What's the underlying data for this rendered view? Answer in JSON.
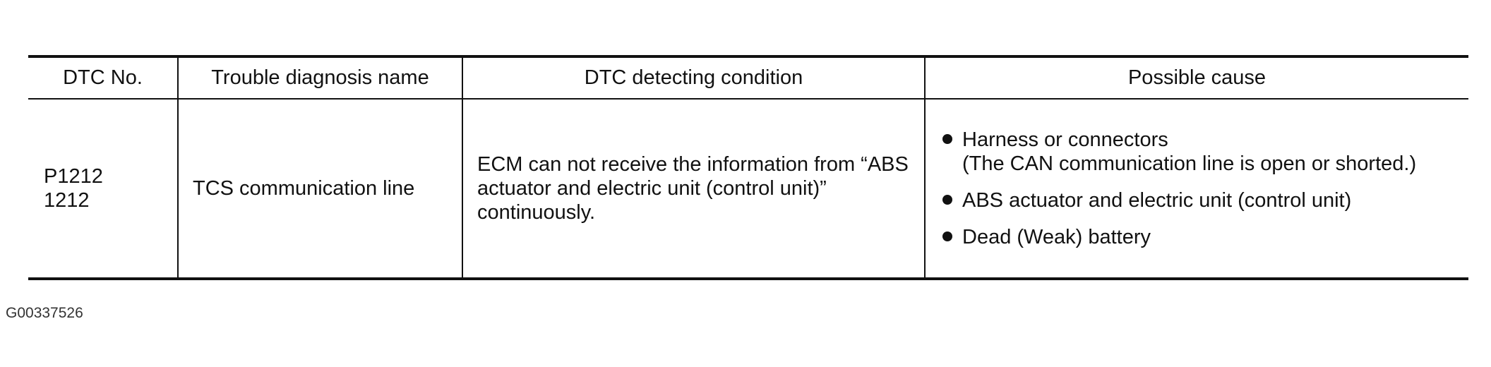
{
  "table": {
    "headers": {
      "dtc_no": "DTC No.",
      "diagnosis_name": "Trouble diagnosis name",
      "detecting_condition": "DTC detecting condition",
      "possible_cause": "Possible cause"
    },
    "row": {
      "dtc_codes": [
        "P1212",
        "1212"
      ],
      "diagnosis_name": "TCS communication line",
      "detecting_condition": "ECM can not receive the information from “ABS actuator and electric unit (control unit)” continuously.",
      "possible_causes": [
        {
          "text": "Harness or connectors",
          "detail": "(The CAN communication line is open or shorted.)"
        },
        {
          "text": "ABS actuator and electric unit (control unit)"
        },
        {
          "text": "Dead (Weak) battery"
        }
      ]
    }
  },
  "figure_id": "G00337526"
}
